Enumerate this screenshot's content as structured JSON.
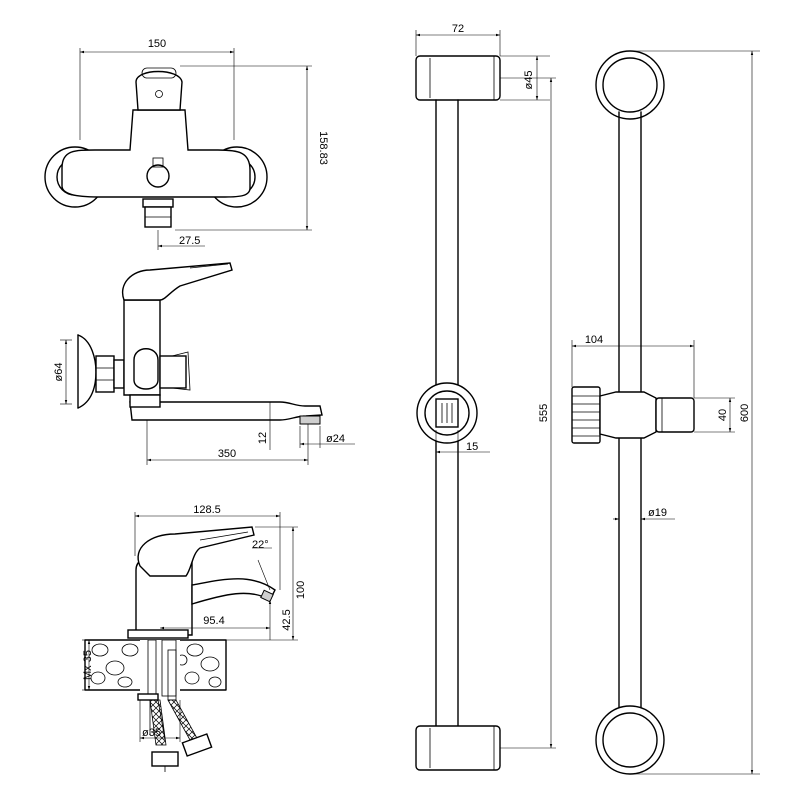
{
  "dimensions": {
    "wall_mixer_width": "150",
    "wall_mixer_height": "158.83",
    "wall_mixer_outlet": "27.5",
    "wall_flange_dia": "ø64",
    "spout_length": "350",
    "spout_drop": "12",
    "spout_outlet_dia": "ø24",
    "basin_width": "128.5",
    "basin_angle": "22°",
    "basin_height": "100",
    "basin_spout_height": "42.5",
    "basin_reach": "95.4",
    "basin_thread": "Mx 35",
    "basin_hole_dia": "ø35",
    "bar_bracket_width": "72",
    "bar_bracket_dia": "ø45",
    "bar_holder_width": "15",
    "bar_centres": "555",
    "slider_width": "104",
    "slider_height": "40",
    "bar_total_length": "600",
    "bar_tube_dia": "ø19"
  },
  "colors": {
    "line": "#000000",
    "background": "#ffffff"
  }
}
